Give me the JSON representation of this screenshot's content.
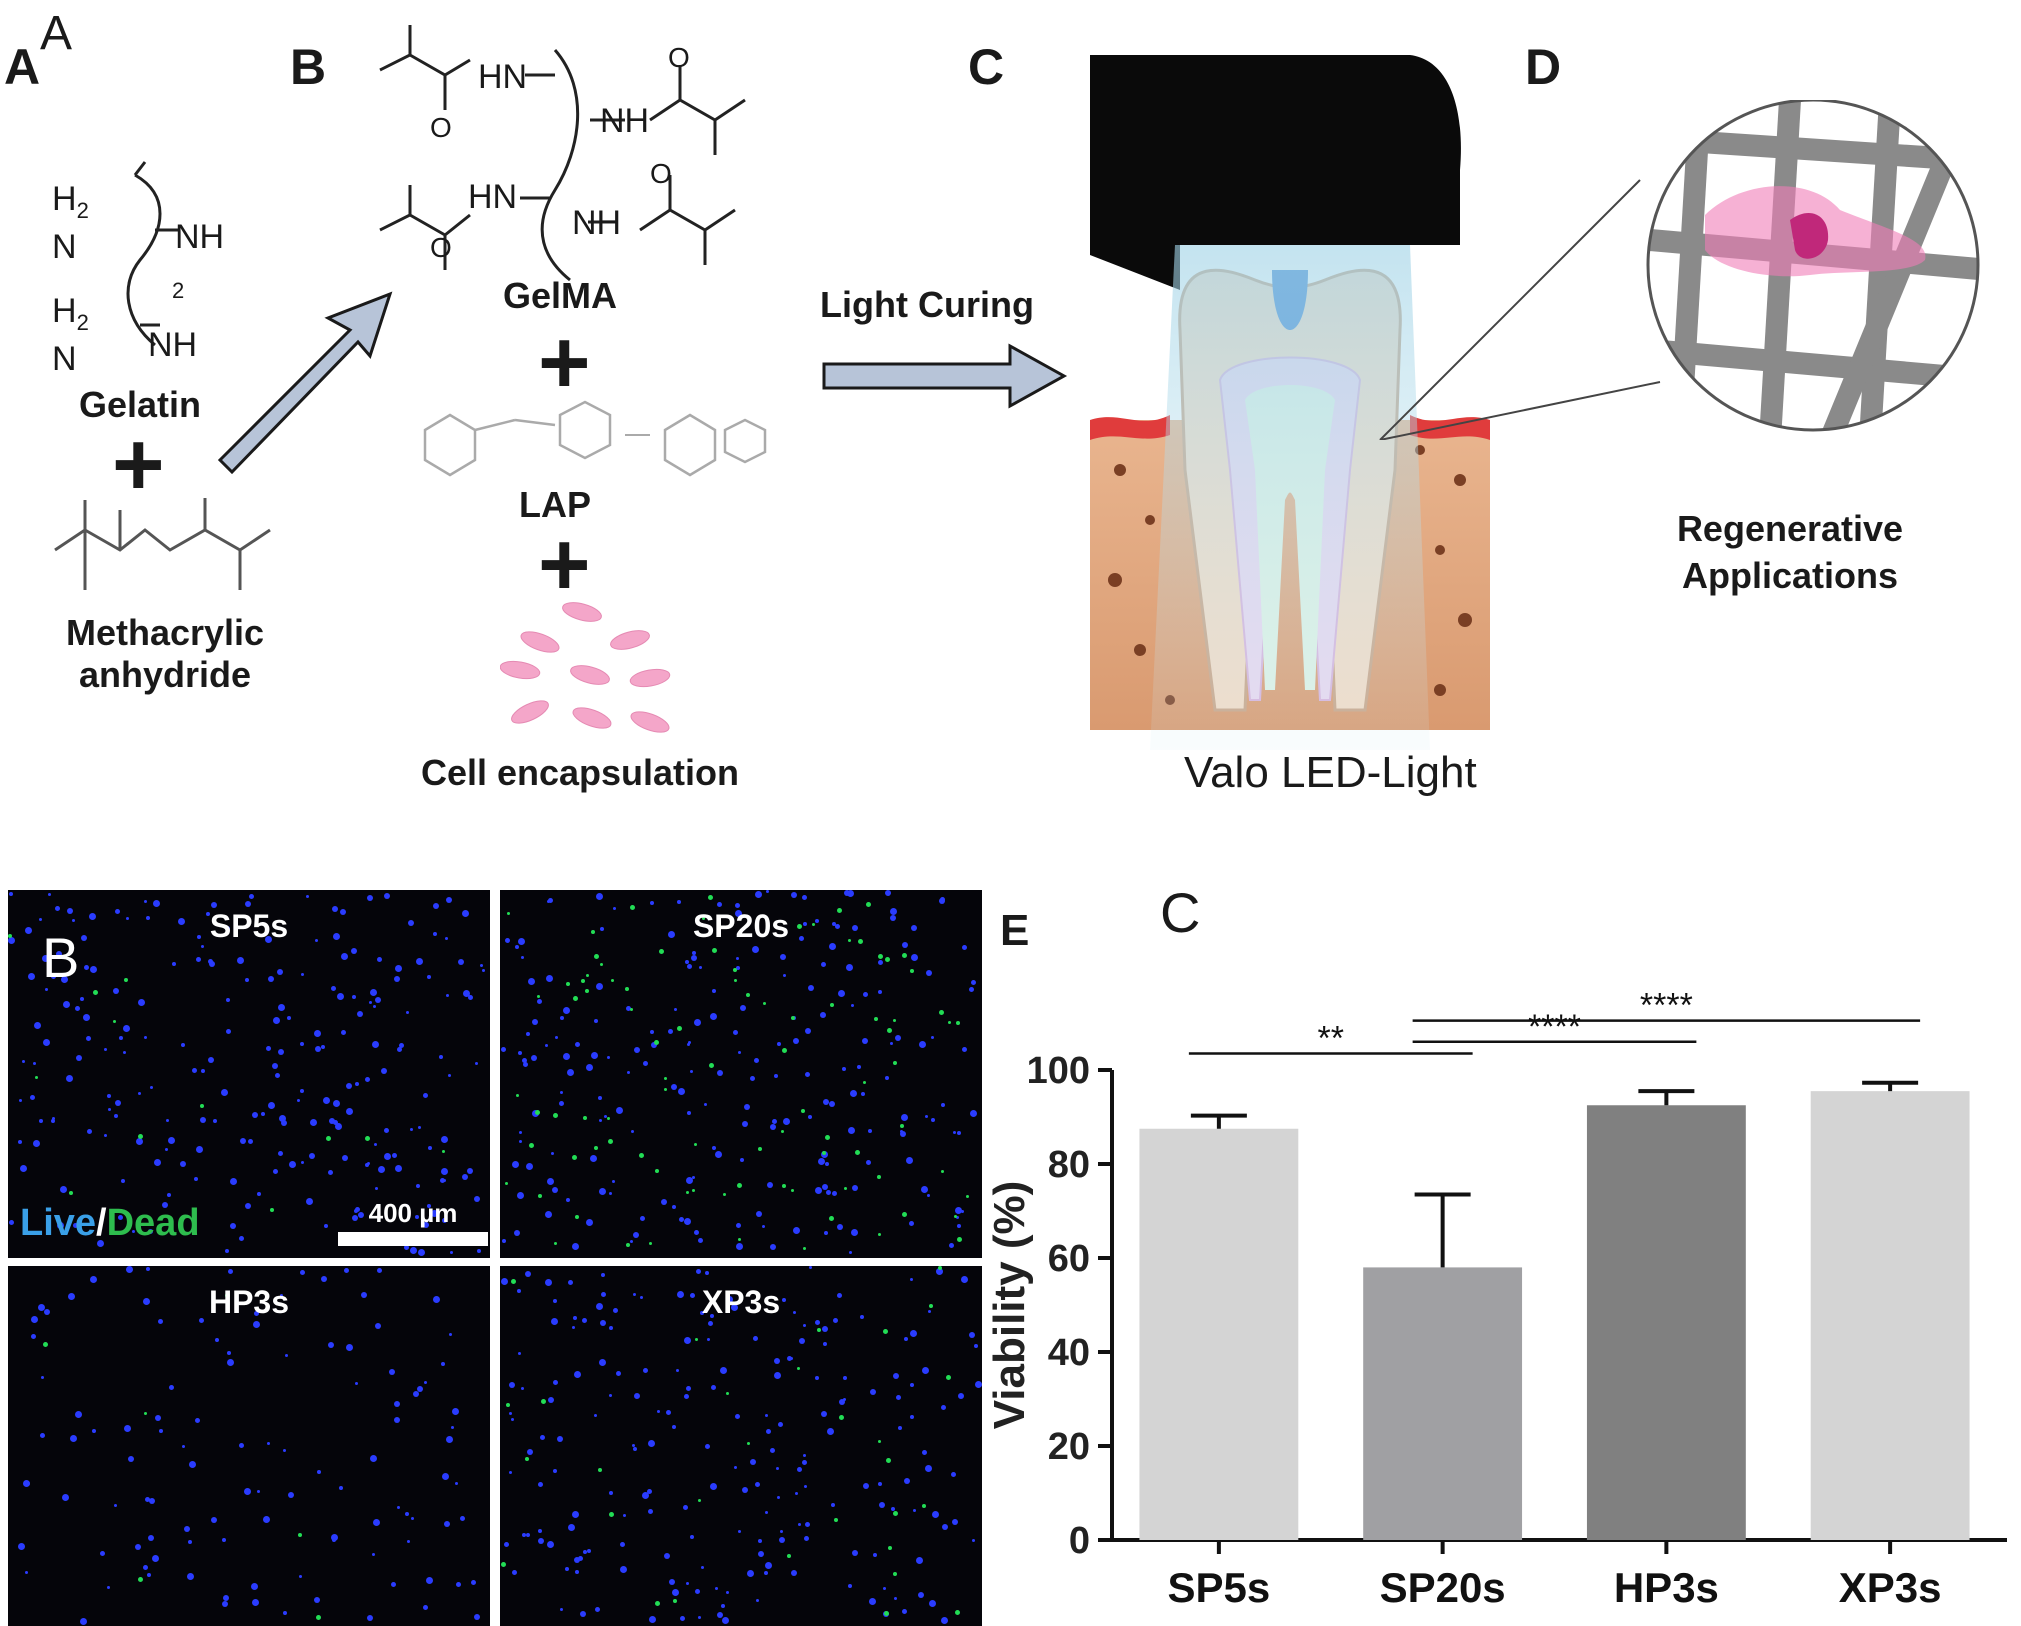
{
  "panels": {
    "A": {
      "letter": "A",
      "overlay_letter": "A",
      "chem": {
        "h2_top": "H",
        "sub2_top": "2",
        "n_top": "N",
        "nh_top": "NH",
        "sub2_a": "2",
        "h2_bot": "H",
        "sub2_bot": "2",
        "n_bot": "N",
        "nh_bot": "NH"
      },
      "gelatin_label": "Gelatin",
      "plus": "+",
      "reagent_label_line1": "Methacrylic",
      "reagent_label_line2": "anhydride"
    },
    "B": {
      "letter": "B",
      "gelma_label": "GelMA",
      "plus1": "+",
      "lap_label": "LAP",
      "plus2": "+",
      "cell_label": "Cell encapsulation",
      "chem": {
        "hn": "HN",
        "nh": "NH",
        "o": "O"
      }
    },
    "C": {
      "letter": "C",
      "arrow_label": "Light Curing",
      "device_label": "Valo LED-Light"
    },
    "D": {
      "letter": "D",
      "label_line1": "Regenerative",
      "label_line2": "Applications"
    }
  },
  "microscopy": {
    "overlay_letter": "B",
    "tiles": [
      {
        "name": "SP5s"
      },
      {
        "name": "SP20s"
      },
      {
        "name": "HP3s"
      },
      {
        "name": "XP3s"
      }
    ],
    "legend_live": "Live",
    "legend_sep": "/",
    "legend_dead": "Dead",
    "scale_bar": "400 µm",
    "colors": {
      "live": "#2a3cff",
      "dead": "#22dd55",
      "background": "#05050a"
    }
  },
  "chart": {
    "overlay_letter": "C",
    "panel_letter": "E"
  },
  "chart_data": {
    "type": "bar",
    "title": "",
    "xlabel": "",
    "ylabel": "Viability (%)",
    "ylim": [
      0,
      100
    ],
    "yticks": [
      "0",
      "20",
      "40",
      "60",
      "80",
      "100"
    ],
    "categories": [
      "SP5s",
      "SP20s",
      "HP3s",
      "XP3s"
    ],
    "values": [
      87.5,
      58,
      92.5,
      95.5
    ],
    "errors": [
      2.8,
      15.5,
      3.0,
      1.8
    ],
    "bar_colors": [
      "#d4d4d4",
      "#a0a0a3",
      "#808080",
      "#d4d4d4"
    ],
    "significance": [
      {
        "from": "SP5s",
        "to": "SP20s",
        "label": "**"
      },
      {
        "from": "SP20s",
        "to": "HP3s",
        "label": "****"
      },
      {
        "from": "SP20s",
        "to": "XP3s",
        "label": "****"
      }
    ],
    "grid": false
  }
}
